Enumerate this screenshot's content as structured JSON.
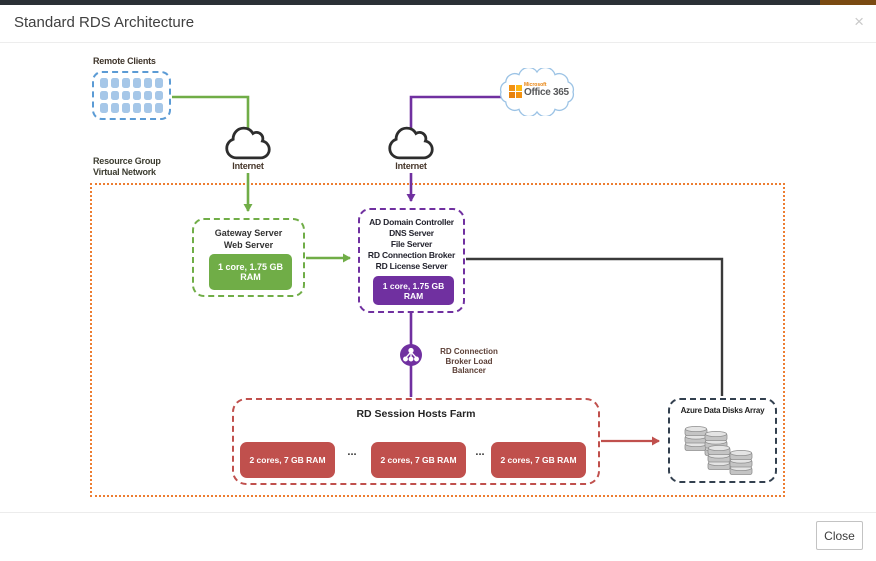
{
  "modal": {
    "title": "Standard RDS Architecture",
    "close_glyph": "×",
    "close_button": "Close"
  },
  "diagram": {
    "remote_clients_label": "Remote Clients",
    "internet_left_label": "Internet",
    "internet_right_label": "Internet",
    "office365": {
      "brand": "Microsoft",
      "name": "Office 365"
    },
    "resource_group_line1": "Resource Group",
    "resource_group_line2": "Virtual Network",
    "gateway": {
      "line1": "Gateway Server",
      "line2": "Web Server",
      "spec": "1 core, 1.75 GB RAM"
    },
    "ad_stack": {
      "lines": [
        "AD Domain Controller",
        "DNS Server",
        "File Server",
        "RD Connection Broker",
        "RD License Server"
      ],
      "spec": "1 core, 1.75 GB RAM"
    },
    "load_balancer": {
      "line1": "RD Connection",
      "line2": "Broker Load Balancer"
    },
    "farm": {
      "title": "RD Session Hosts Farm",
      "hosts": [
        "2 cores, 7 GB RAM",
        "2 cores, 7 GB RAM",
        "2 cores, 7 GB RAM"
      ],
      "dots": "..."
    },
    "disks_title": "Azure Data Disks Array",
    "colors": {
      "green": "#70ad47",
      "purple": "#7030a0",
      "red": "#c0504d",
      "orange": "#ed7d31",
      "blue": "#5b9bd5",
      "navy": "#33404f",
      "line_black": "#3a3a3a",
      "topbar": "#2b3036",
      "topbar_accent": "#7a4a12"
    }
  }
}
